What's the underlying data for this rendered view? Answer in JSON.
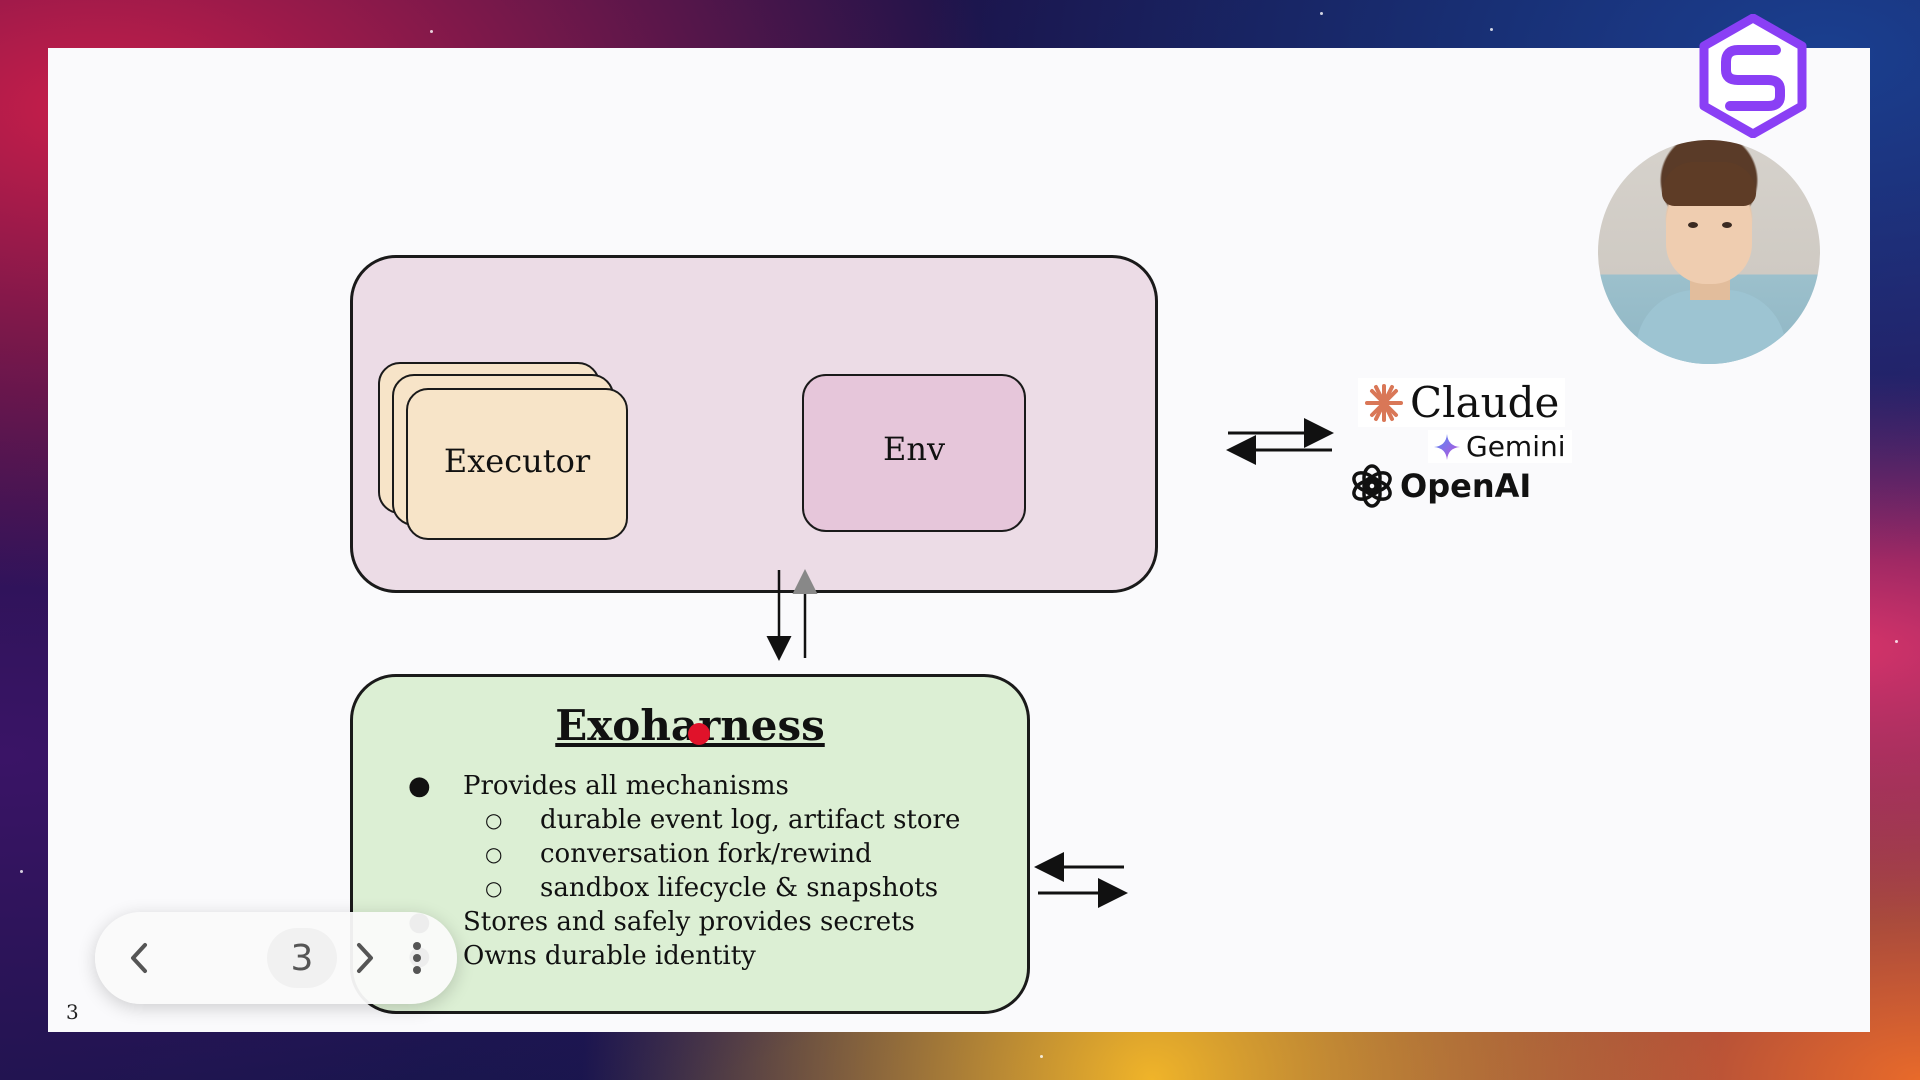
{
  "slide": {
    "number": "3"
  },
  "diagram": {
    "executor_label": "Executor",
    "env_label": "Env",
    "exoharness": {
      "title": "Exoharness",
      "items": [
        {
          "bullet": "●",
          "text": "Provides all mechanisms"
        },
        {
          "bullet": "○",
          "text": "durable event log, artifact store"
        },
        {
          "bullet": "○",
          "text": "conversation fork/rewind"
        },
        {
          "bullet": "○",
          "text": "sandbox lifecycle & snapshots"
        },
        {
          "bullet": "●",
          "text": "Stores and safely provides secrets"
        },
        {
          "bullet": "●",
          "text": "Owns durable identity"
        }
      ]
    }
  },
  "providers": {
    "claude": "Claude",
    "gemini": "Gemini",
    "openai": "OpenAI"
  },
  "colors": {
    "agent_box": "#ecdce6",
    "executor": "#f7e4c8",
    "env": "#e6c6da",
    "exoharness": "#dcefd4",
    "pointer": "#e0122a",
    "claude_accent": "#d97757",
    "brand_purple": "#8a3ff5"
  },
  "navigator": {
    "page": "3",
    "prev_icon": "chevron-left-icon",
    "next_icon": "chevron-right-icon",
    "more_icon": "more-vertical-icon"
  }
}
